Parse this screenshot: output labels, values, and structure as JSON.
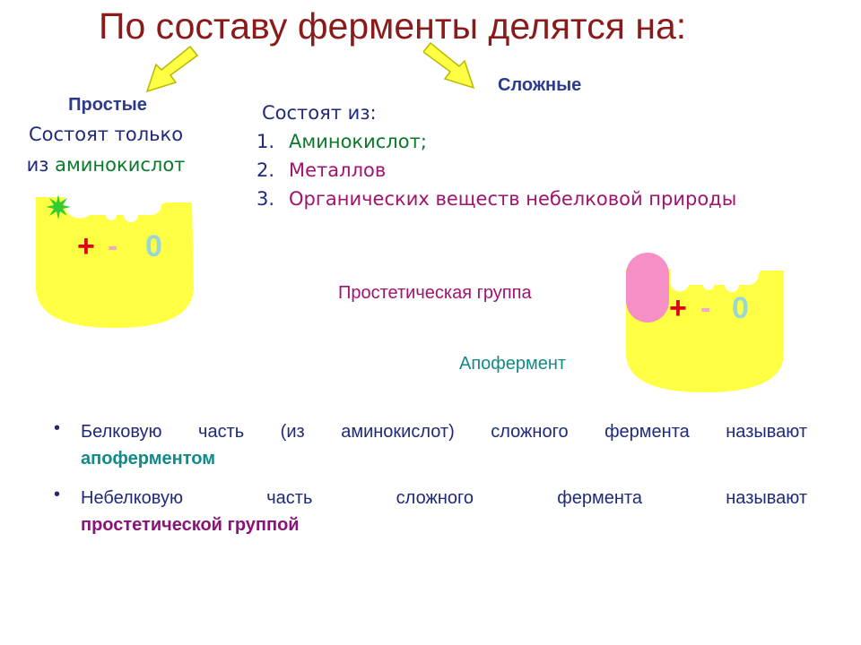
{
  "title": "По составу ферменты делятся на:",
  "simple": {
    "label": "Простые",
    "desc_line1": "Состоят только",
    "desc_prefix": "из ",
    "desc_highlight": "аминокислот"
  },
  "complex": {
    "label": "Сложные",
    "consists": "Состоят из:",
    "items": [
      {
        "num": "1.",
        "text": "Аминокислот;"
      },
      {
        "num": "2.",
        "text": "Металлов"
      },
      {
        "num": "3.",
        "text": "Органических веществ небелковой природы"
      }
    ]
  },
  "diagram": {
    "prosthetic_label": "Простетическая группа",
    "apo_label": "Апофермент",
    "charges": [
      "+",
      "-",
      "0"
    ]
  },
  "bullets": [
    {
      "line1": "Белковую часть (из аминокислот) сложного фермента называют",
      "term": "апоферментом"
    },
    {
      "line1_words": [
        "Небелковую",
        "часть",
        "сложного",
        "фермента",
        "называют"
      ],
      "term": "простетической группой"
    }
  ],
  "colors": {
    "title": "#8b1a1a",
    "enzyme_body": "#ffff44",
    "prosthetic_group": "#f58fc5",
    "active_site": "#33cc33",
    "charge_plus": "#e0001a",
    "charge_minus": "#f4a6c8",
    "charge_zero": "#9ad6d6"
  },
  "icons": {
    "arrow": "down-arrow-icon",
    "star": "star-icon",
    "bullet": "bullet-icon"
  }
}
